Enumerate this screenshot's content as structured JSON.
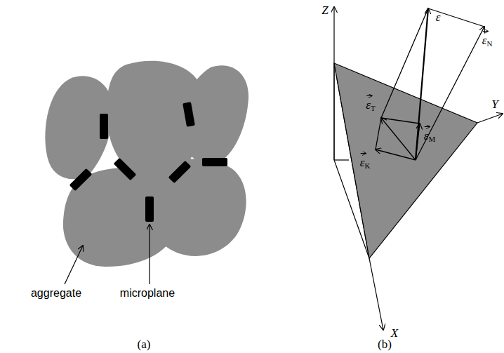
{
  "diagram": {
    "labels": [
      "aggregate",
      "microplane",
      "(a)",
      "Z",
      "ε",
      "εN",
      "εT",
      "εM",
      "εK",
      "X",
      "Y",
      "(b)"
    ]
  }
}
